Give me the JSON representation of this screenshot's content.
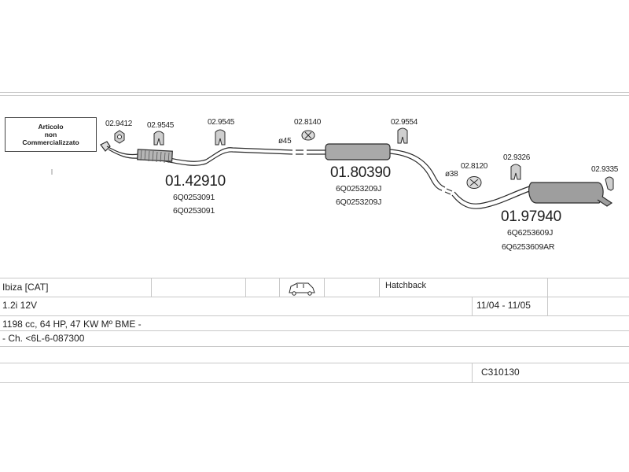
{
  "notice": {
    "line1": "Articolo",
    "line2": "non",
    "line3": "Commercializzato"
  },
  "parts": {
    "p1": "02.9412",
    "p2": "02.9545",
    "p3": "02.9545",
    "p4": "02.8140",
    "p5": "02.9554",
    "p6": "02.8120",
    "p7": "02.9326",
    "p8": "02.9335",
    "d45": "ø45",
    "d38": "ø38"
  },
  "assemblies": {
    "front": {
      "number": "01.42910",
      "oem1": "6Q0253091",
      "oem2": "6Q0253091"
    },
    "middle": {
      "number": "01.80390",
      "oem1": "6Q0253209J",
      "oem2": "6Q0253209J"
    },
    "rear": {
      "number": "01.97940",
      "oem1": "6Q6253609J",
      "oem2": "6Q6253609AR"
    }
  },
  "table": {
    "model": "Ibiza [CAT]",
    "body": "Hatchback",
    "engine": "1.2i 12V",
    "period": "11/04 - 11/05",
    "spec": "1198 cc, 64 HP, 47 KW Mº BME -",
    "chassis": "- Ch. <6L-6-087300",
    "code": "C310130"
  },
  "icons": {
    "car": "hatchback-car-icon",
    "hanger": "rubber-hanger-icon",
    "gasket": "flange-gasket-icon",
    "clamp": "clamp-icon"
  }
}
